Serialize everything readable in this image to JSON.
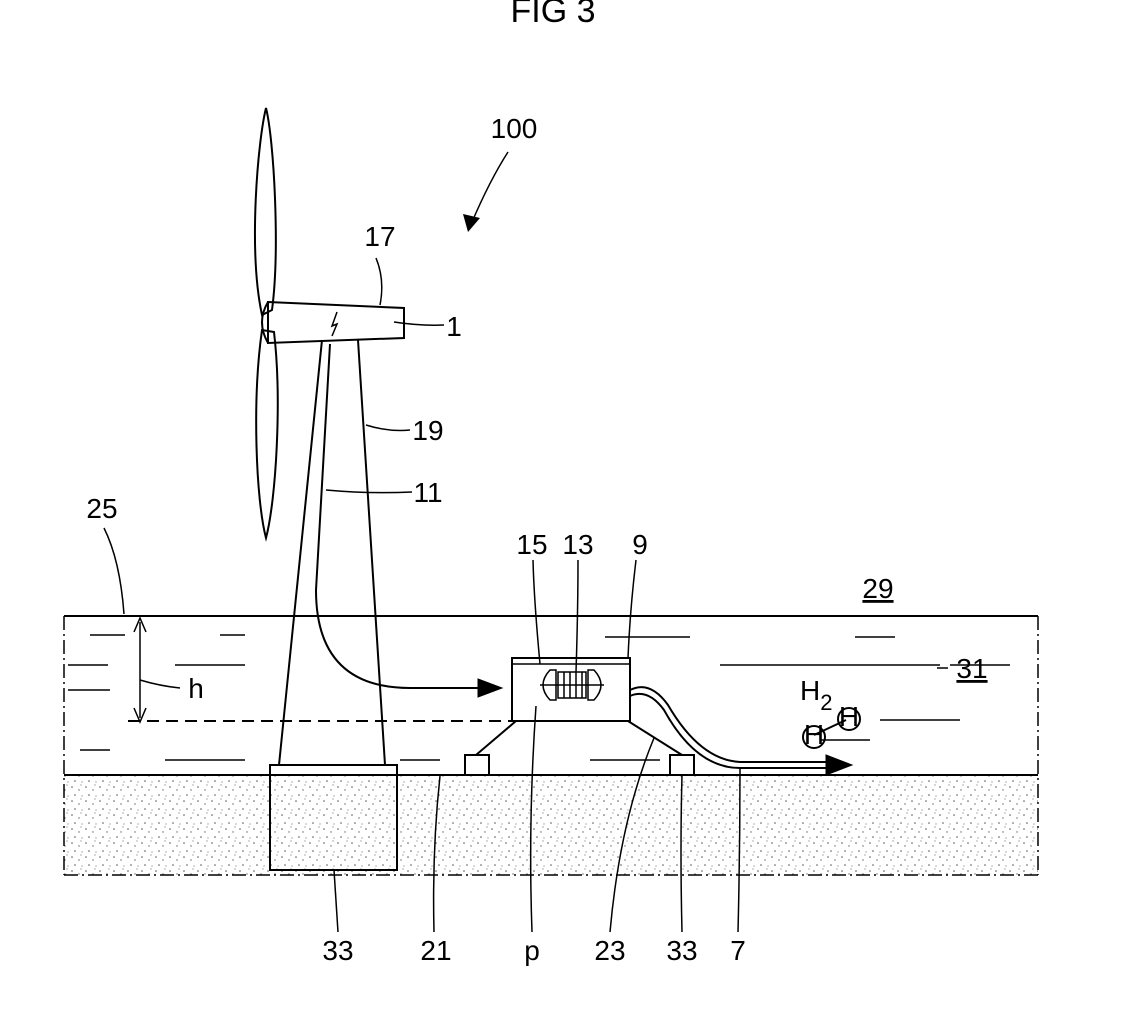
{
  "figure": {
    "title": "FIG 3",
    "labels": {
      "system": "100",
      "nacelle_line": "17",
      "nacelle": "1",
      "tower": "19",
      "cable": "11",
      "water_surface": "25",
      "housing_upper": "15",
      "electrolyzer": "13",
      "housing": "9",
      "air": "29",
      "water": "31",
      "depth": "h",
      "hydrogen": "H",
      "hydrogen_sub": "2",
      "atom_a": "H",
      "atom_b": "H",
      "foundation": "33",
      "seabed": "21",
      "pressure": "p",
      "support": "23",
      "support_foot": "33",
      "pipeline": "7"
    }
  }
}
